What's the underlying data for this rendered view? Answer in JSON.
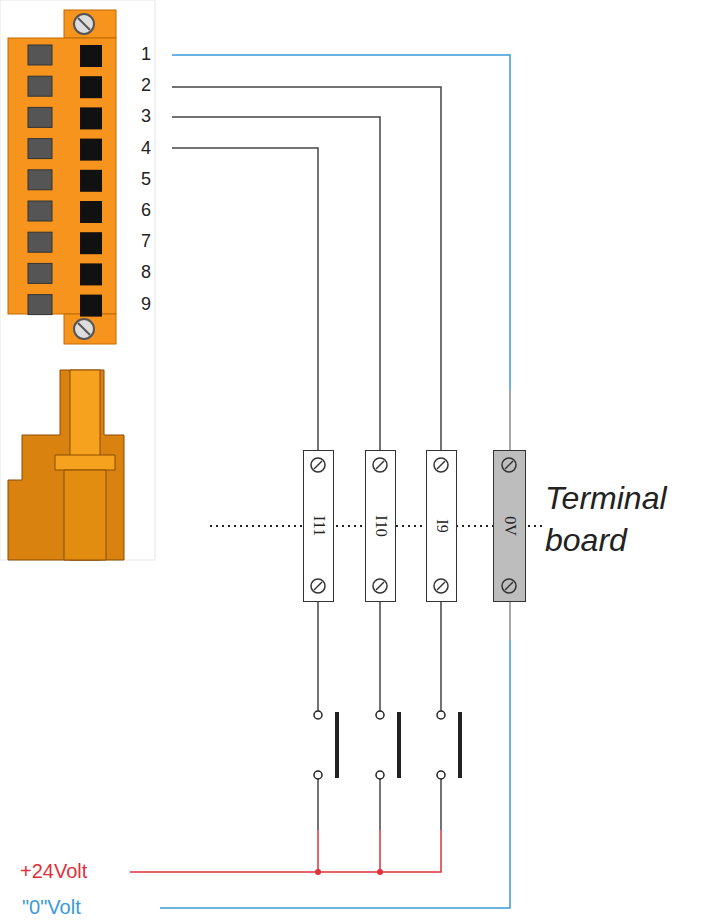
{
  "diagram": {
    "nodes": [
      {
        "text": [
          "I11"
        ]
      },
      {
        "text": [
          "I10"
        ]
      },
      {
        "text": [
          "I9"
        ]
      },
      {
        "text": [
          "0V"
        ]
      }
    ],
    "labels": [
      "1",
      "2",
      "3",
      "4",
      "5",
      "6",
      "7",
      "8",
      "9",
      "Terminal board",
      "+24Volt",
      "\"0\"Volt"
    ]
  }
}
